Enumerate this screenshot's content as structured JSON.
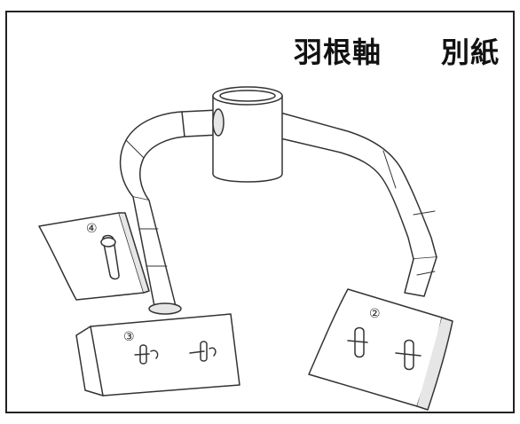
{
  "heading": {
    "title": "羽根軸",
    "subtitle": "別紙"
  },
  "callouts": [
    {
      "id": "4",
      "label": "④"
    },
    {
      "id": "3",
      "label": "③"
    },
    {
      "id": "2",
      "label": "②"
    }
  ],
  "colors": {
    "line": "#333333",
    "fill": "#ffffff",
    "shade": "#e6e6e6",
    "frame": "#222222"
  }
}
